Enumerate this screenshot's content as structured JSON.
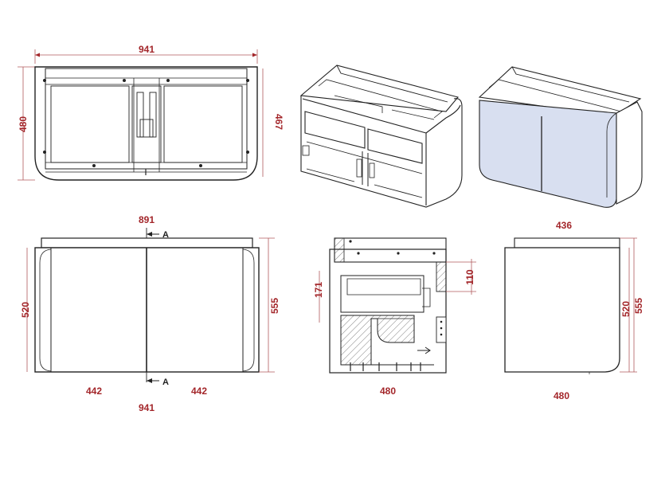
{
  "colors": {
    "dimension": "#a3262a",
    "outline": "#222222",
    "door_fill": "#d8dff0",
    "hatch": "#444444"
  },
  "top_view": {
    "width_label": "941",
    "depth_label": "480",
    "inner_depth_label": "467"
  },
  "front_view": {
    "inner_width_label": "891",
    "height_label": "520",
    "overall_height_label": "555",
    "left_door_label": "442",
    "right_door_label": "442",
    "overall_width_label": "941",
    "section_mark_top": "A",
    "section_mark_bottom": "A"
  },
  "section_view": {
    "drawer_height_label": "171",
    "top_rail_label": "110",
    "depth_label": "480"
  },
  "side_view": {
    "top_depth_label": "436",
    "height_label": "520",
    "overall_height_label": "555",
    "depth_label": "480"
  }
}
